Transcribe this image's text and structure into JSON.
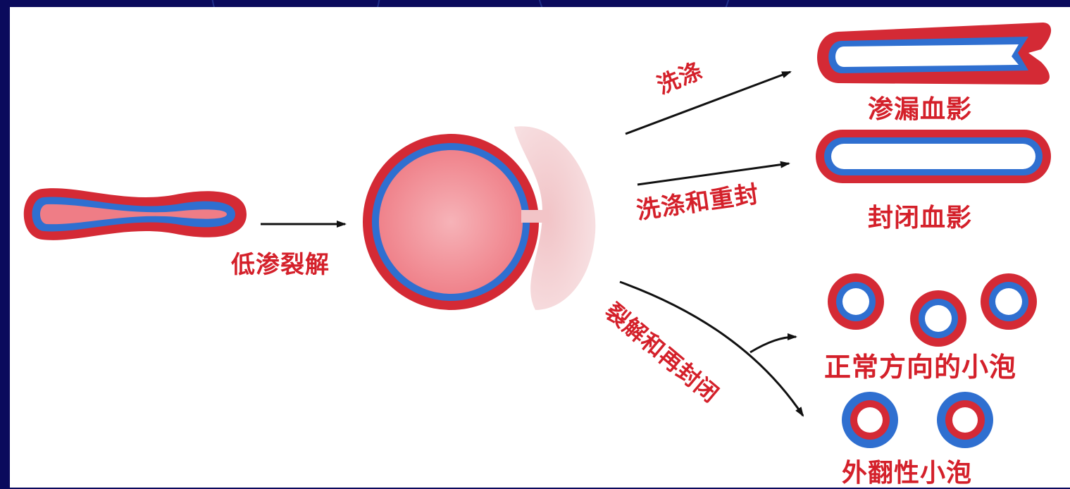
{
  "diagram": {
    "labels": {
      "hypotonic_lysis": "低渗裂解",
      "wash": "洗涤",
      "wash_reseal": "洗涤和重封",
      "lysis_reseal": "裂解和再封闭",
      "leaky_ghost": "渗漏血影",
      "sealed_ghost": "封闭血影",
      "right_side_out_vesicles": "正常方向的小泡",
      "inside_out_vesicles": "外翻性小泡"
    },
    "colors": {
      "membrane_outer": "#d42a35",
      "membrane_inner": "#2f6fd0",
      "cytoplasm": "#ef7d86",
      "arrow": "#111111",
      "slide_background": "#0a0a5c"
    }
  }
}
